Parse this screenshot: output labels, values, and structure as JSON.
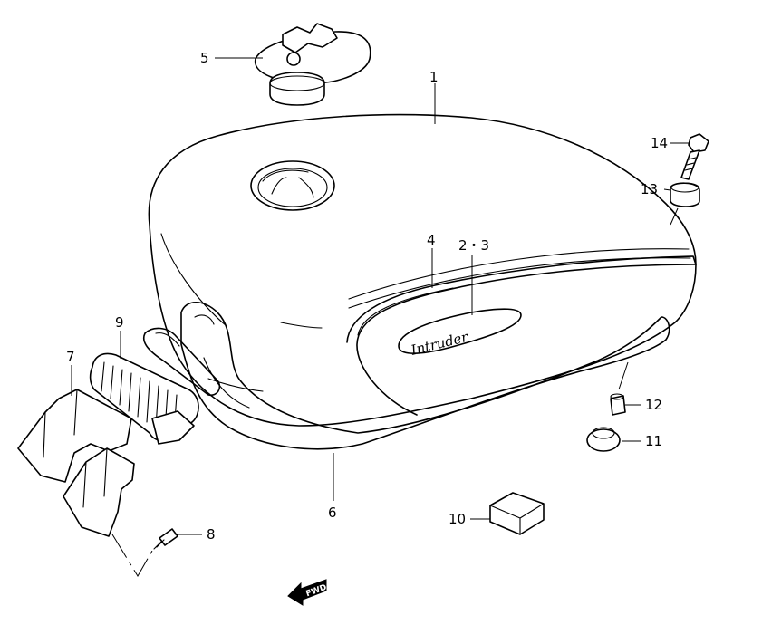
{
  "diagram": {
    "emblem_text": "Intruder",
    "fwd_label": "FWD",
    "callouts": {
      "c1": "1",
      "c23": "2・3",
      "c4": "4",
      "c5": "5",
      "c6": "6",
      "c7": "7",
      "c8": "8",
      "c9": "9",
      "c10": "10",
      "c11": "11",
      "c12": "12",
      "c13": "13",
      "c14": "14"
    }
  }
}
